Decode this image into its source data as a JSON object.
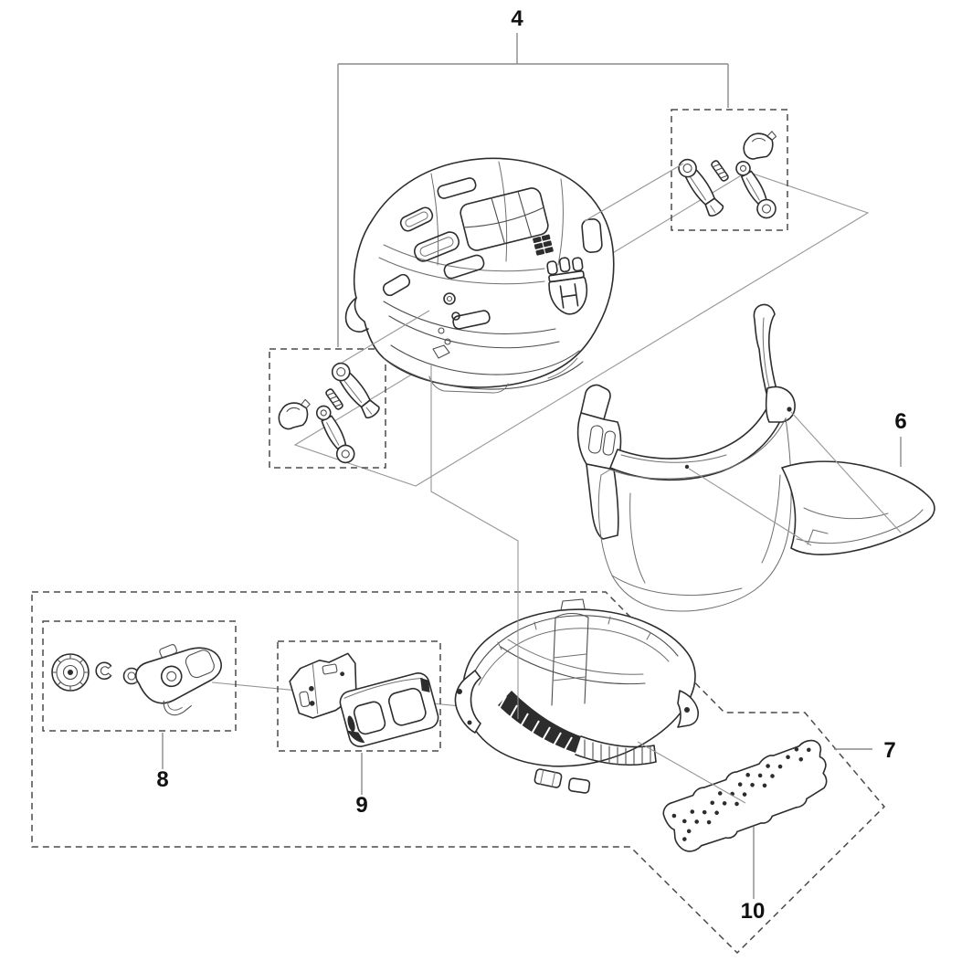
{
  "diagram": {
    "kind": "exploded-parts-line-drawing",
    "background_color": "#ffffff",
    "ink_color": "#2d2d2d",
    "construction_line_color": "#969696",
    "dashed_boundary_color": "#4a4a4a",
    "label_color": "#111111",
    "brand_mark_icon": "husqvarna-crown-h-logo",
    "callouts": {
      "c4": "4",
      "c6": "6",
      "c7": "7",
      "c8": "8",
      "c9": "9",
      "c10": "10"
    }
  }
}
